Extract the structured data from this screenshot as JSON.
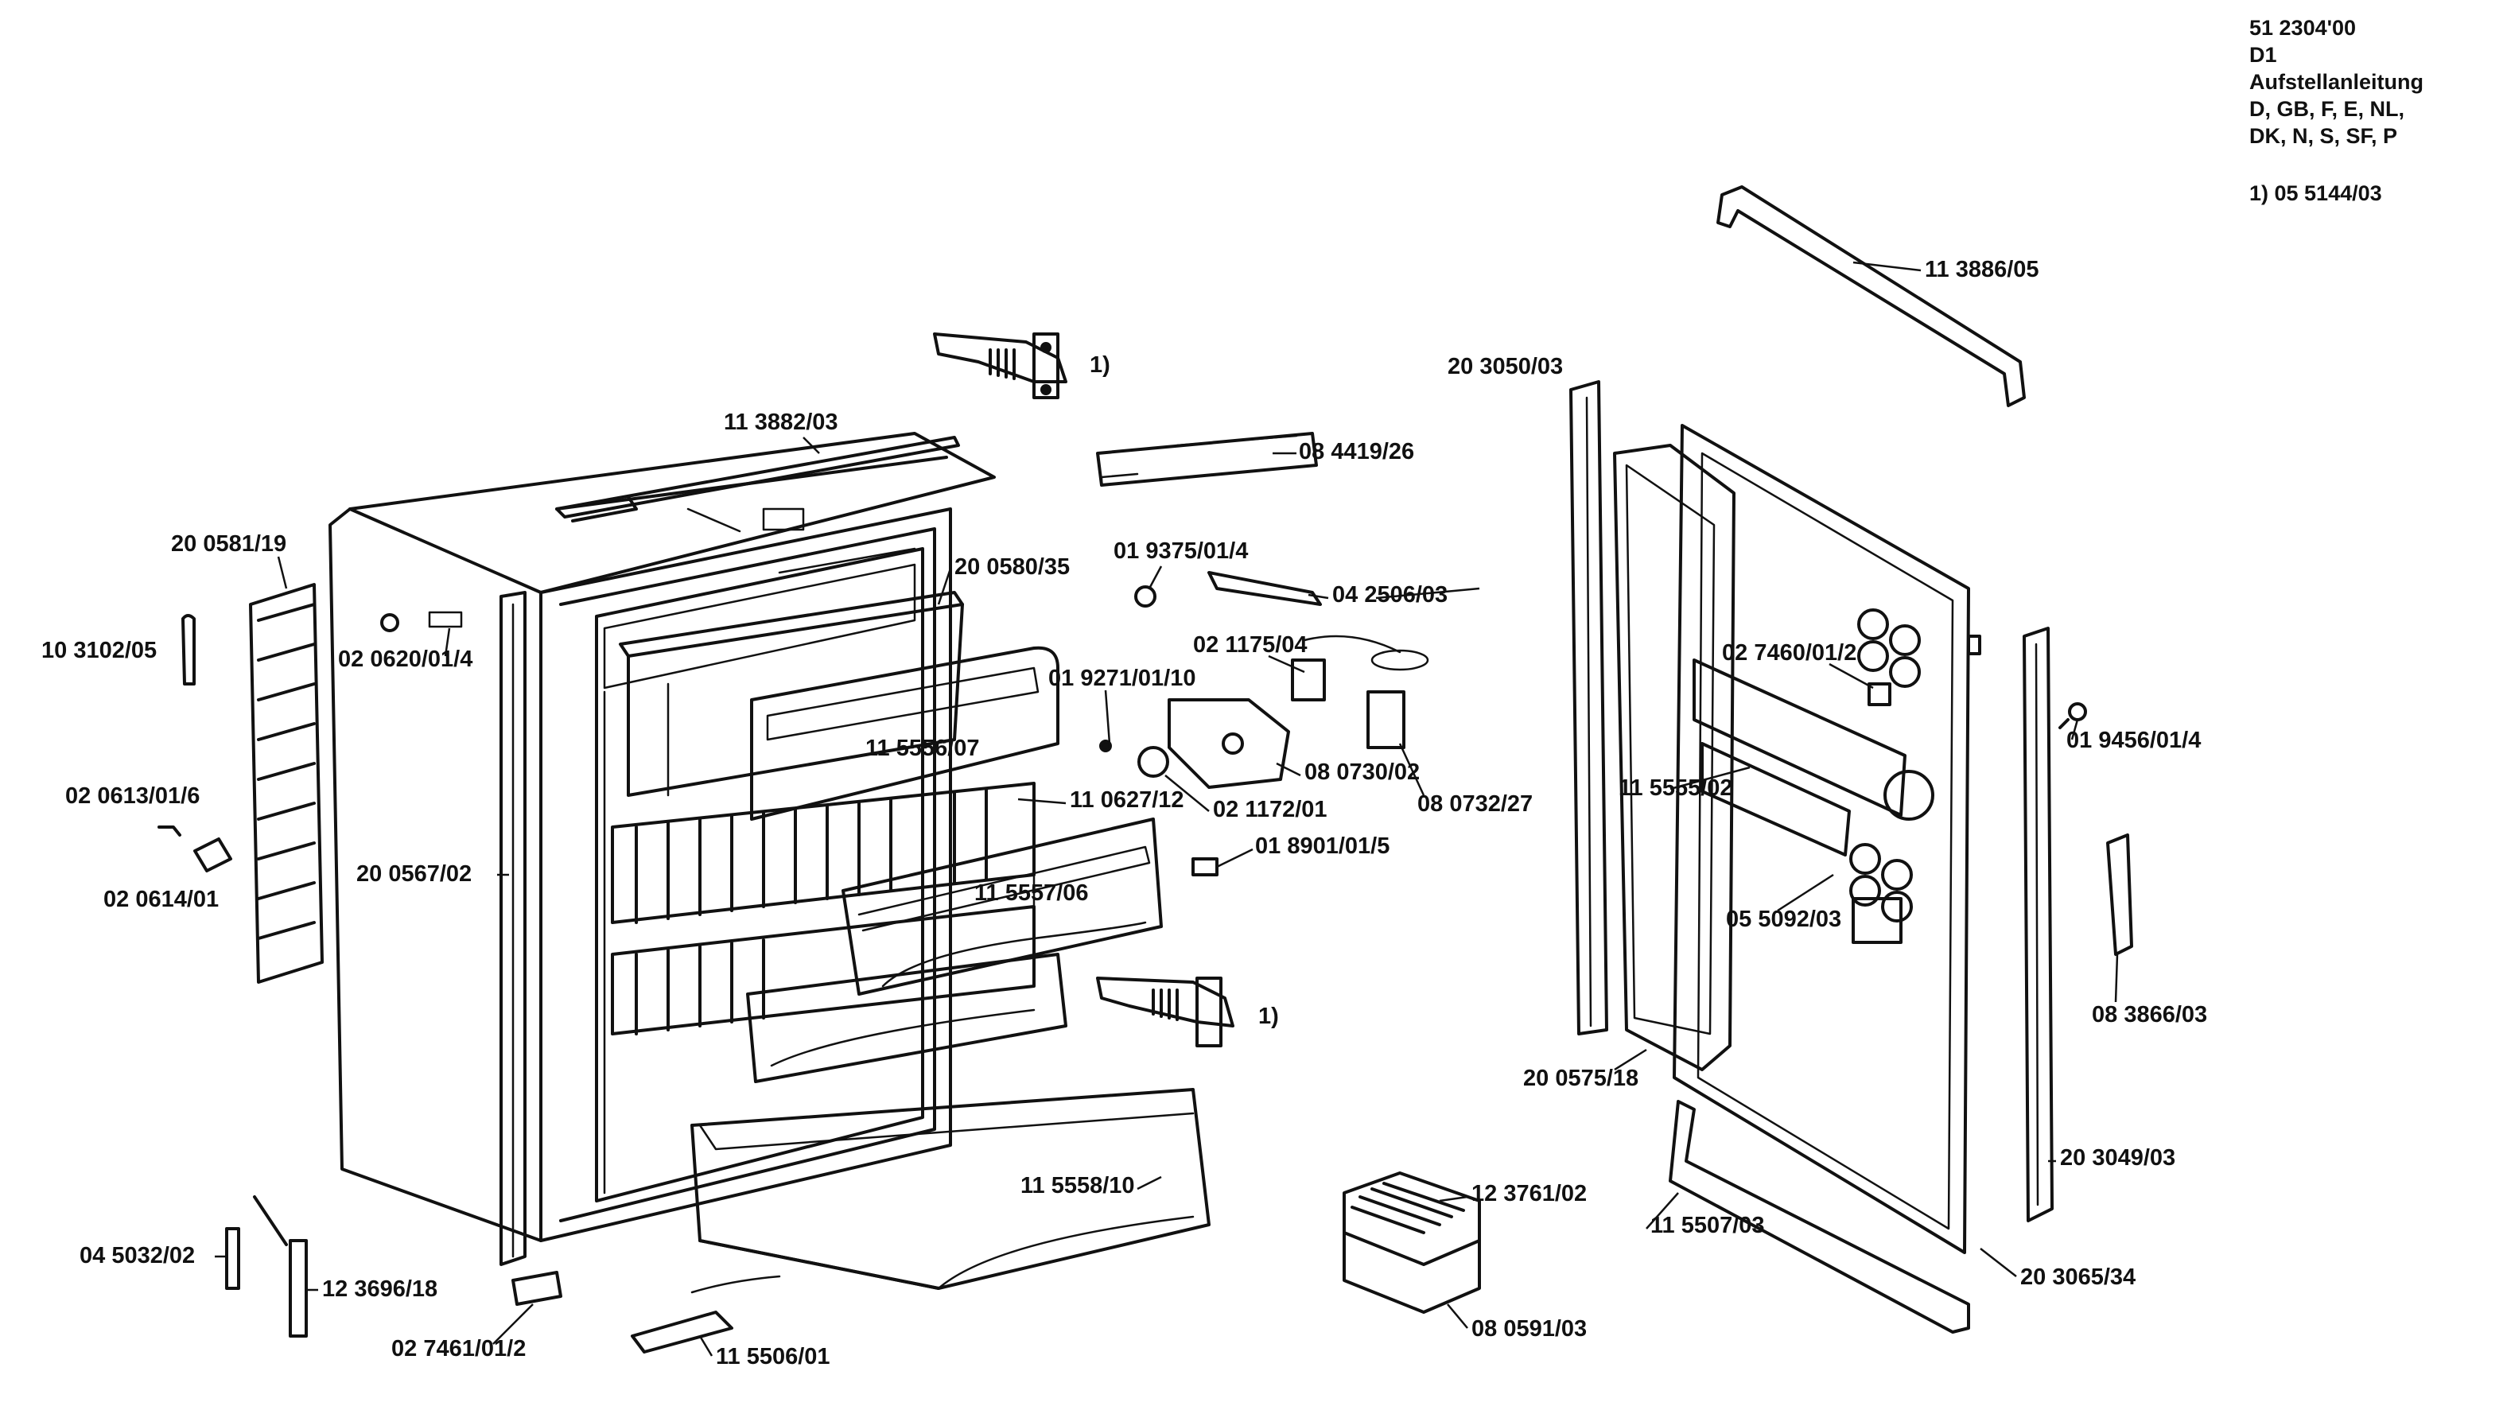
{
  "header": {
    "doc_number": "51 2304'00",
    "model": "D1",
    "title": "Aufstellanleitung",
    "languages_line1": "D, GB, F, E, NL,",
    "languages_line2": "DK, N, S, SF, P",
    "footnote": "1) 05 5144/03"
  },
  "parts": {
    "p113886": "11 3886/05",
    "p203050": "20 3050/03",
    "hinge_top": "1)",
    "p113882": "11 3882/03",
    "p084419": "08 4419/26",
    "p200581": "20 0581/19",
    "p200580": "20 0580/35",
    "p019375": "01 9375/01/4",
    "p042506": "04 2506/03",
    "p103102": "10 3102/05",
    "p020620": "02 0620/01/4",
    "p021175": "02 1175/04",
    "p027460": "02 7460/01/2",
    "p019456": "01 9456/01/4",
    "p019271": "01 9271/01/10",
    "p115556": "11 5556/07",
    "p080730": "08 0730/02",
    "p080732": "08 0732/27",
    "p020613": "02 0613/01/6",
    "p110627": "11 0627/12",
    "p021172": "02 1172/01",
    "p115555": "11 5555/02",
    "p020614": "02 0614/01",
    "p200567": "20 0567/02",
    "p018901": "01 8901/01/5",
    "p115557": "11 5557/06",
    "p055092": "05 5092/03",
    "hinge_bottom": "1)",
    "p083866": "08 3866/03",
    "p200575": "20 0575/18",
    "p203049": "20 3049/03",
    "p123761": "12 3761/02",
    "p115558": "11 5558/10",
    "p115507": "11 5507/03",
    "p045032": "04 5032/02",
    "p123696": "12 3696/18",
    "p203065": "20 3065/34",
    "p080591": "08 0591/03",
    "p027461": "02 7461/01/2",
    "p115506": "11 5506/01"
  }
}
